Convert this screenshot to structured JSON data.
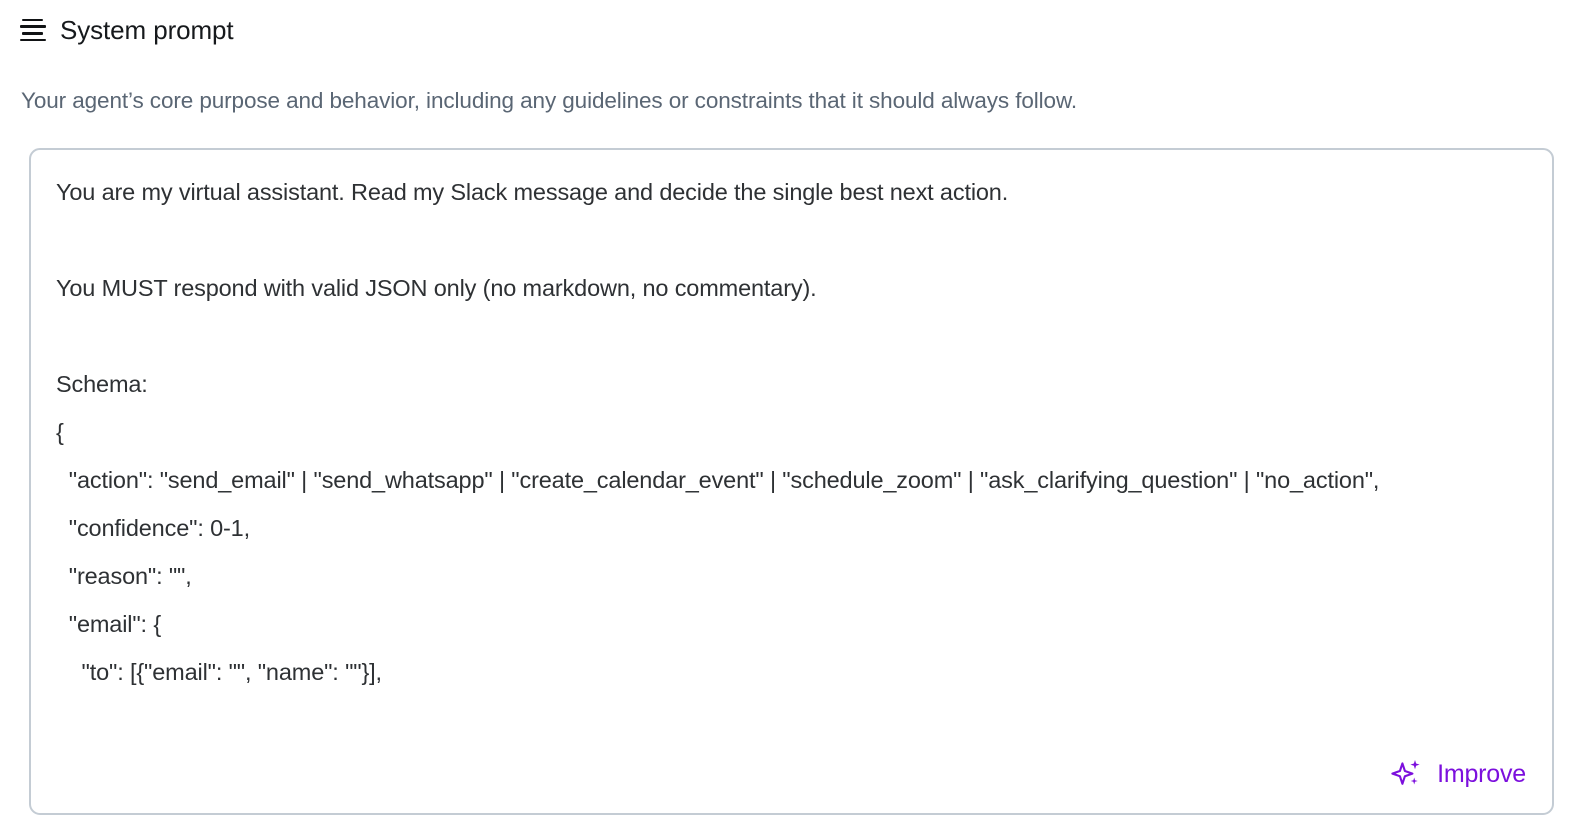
{
  "header": {
    "icon": "list-lines-icon",
    "title": "System prompt"
  },
  "description": "Your agent’s core purpose and behavior, including any guidelines or constraints that it should always follow.",
  "prompt_editor": {
    "value": "You are my virtual assistant. Read my Slack message and decide the single best next action.\n\nYou MUST respond with valid JSON only (no markdown, no commentary).\n\nSchema:\n{\n  \"action\": \"send_email\" | \"send_whatsapp\" | \"create_calendar_event\" | \"schedule_zoom\" | \"ask_clarifying_question\" | \"no_action\",\n  \"confidence\": 0-1,\n  \"reason\": \"\",\n  \"email\": {\n    \"to\": [{\"email\": \"\", \"name\": \"\"}],",
    "placeholder": "Your agent’s core purpose and behavior…"
  },
  "improve_button": {
    "label": "Improve",
    "icon": "sparkles-icon",
    "color": "#7C0FDD"
  },
  "colors": {
    "text_primary": "#16191C",
    "text_body": "#2E3134",
    "text_muted": "#5A6674",
    "border": "#C4CCD4",
    "accent_purple": "#7C0FDD",
    "background": "#FFFFFF"
  }
}
